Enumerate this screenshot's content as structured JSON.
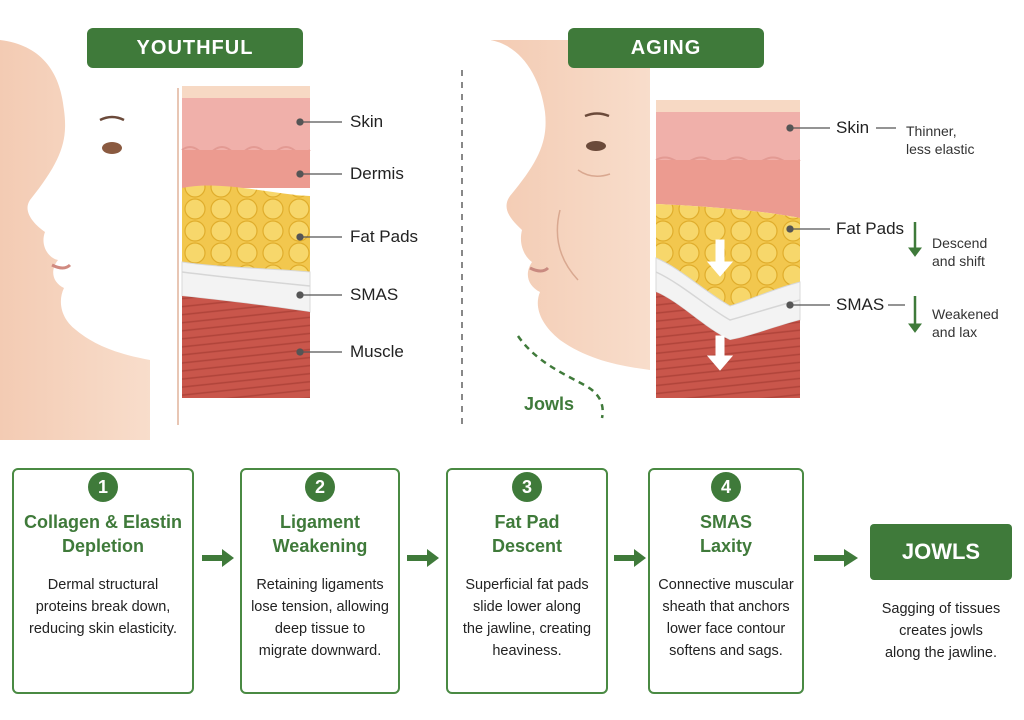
{
  "youthful": {
    "banner": "YOUTHFUL",
    "layers": [
      "Skin",
      "Dermis",
      "Fat Pads",
      "SMAS",
      "Muscle"
    ]
  },
  "aging": {
    "banner": "AGING",
    "skin": {
      "label": "Skin",
      "note": [
        "Thinner,",
        "less elastic"
      ]
    },
    "fat": {
      "label": "Fat Pads",
      "note": [
        "Descend",
        "and shift"
      ]
    },
    "smas": {
      "label": "SMAS",
      "note": [
        "Weakened",
        "and lax"
      ]
    },
    "jowls_label": "Jowls"
  },
  "steps": [
    {
      "number": "1",
      "title": [
        "Collagen & Elastin",
        "Depletion"
      ],
      "description": [
        "Dermal structural",
        "proteins break down,",
        "reducing skin elasticity."
      ]
    },
    {
      "number": "2",
      "title": [
        "Ligament",
        "Weakening"
      ],
      "description": [
        "Retaining ligaments",
        "lose tension, allowing",
        "deep tissue to",
        "migrate downward."
      ]
    },
    {
      "number": "3",
      "title": [
        "Fat Pad",
        "Descent"
      ],
      "description": [
        "Superficial fat pads",
        "slide lower along",
        "the jawline, creating",
        "heaviness."
      ]
    },
    {
      "number": "4",
      "title": [
        "SMAS",
        "Laxity"
      ],
      "description": [
        "Connective muscular",
        "sheath that anchors",
        "lower face contour",
        "softens and sags."
      ]
    }
  ],
  "result": {
    "label": "JOWLS",
    "description": [
      "Sagging of tissues",
      "creates jowls",
      "along the jawline."
    ]
  },
  "colors": {
    "brand_green": "#3f7a3a",
    "skin_pink": "#f0b0aa",
    "fat_yellow": "#f2c74e",
    "smas_white": "#f2f2f2",
    "muscle_red": "#c9564b"
  }
}
